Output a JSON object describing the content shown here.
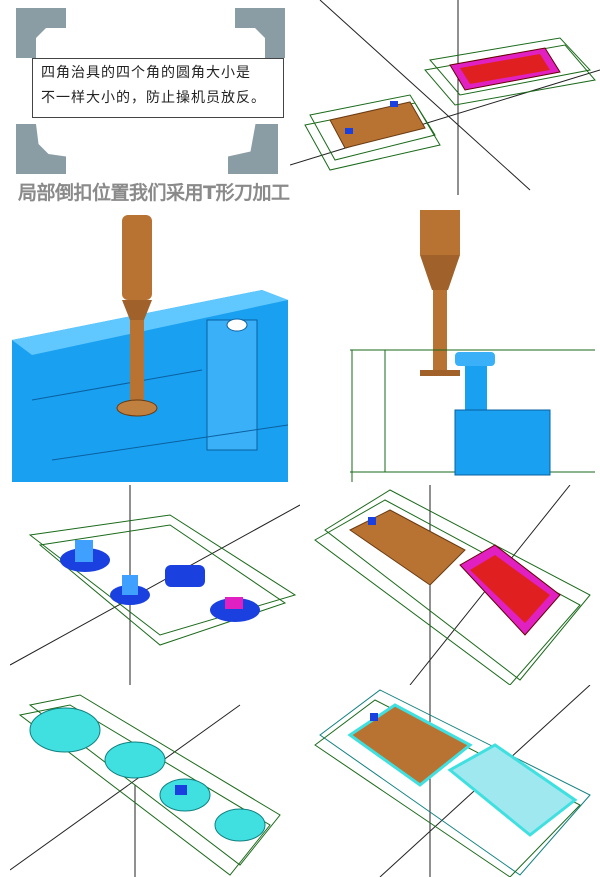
{
  "fixture_note": {
    "line1": "四角治具的四个角的圆角大小是",
    "line2": "不一样大小的，防止操机员放反。"
  },
  "caption": "局部倒扣位置我们采用T形刀加工",
  "colors": {
    "corner_gray": "#8a9ca4",
    "part_blue": "#1aa0f0",
    "tool_bronze": "#b87333",
    "wire_green": "#1a6a1a",
    "pocket_magenta": "#e020c0",
    "pocket_red": "#e02020",
    "toolpath_cyan": "#40e0e0"
  }
}
